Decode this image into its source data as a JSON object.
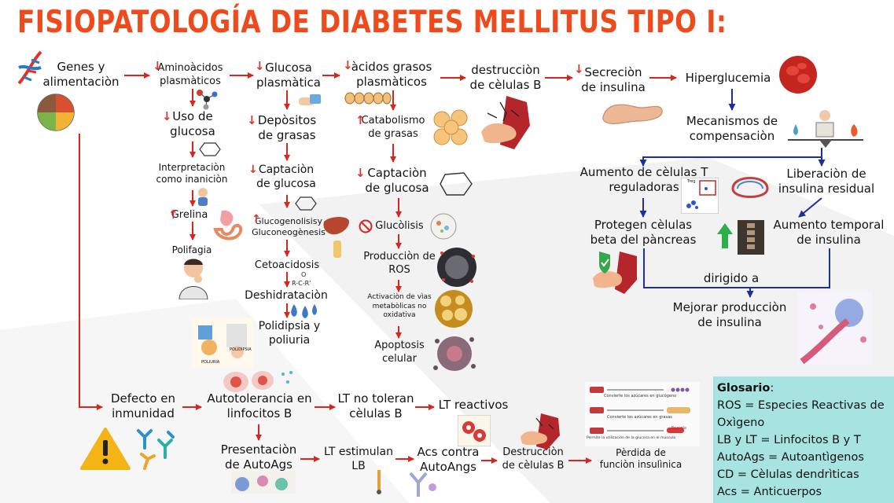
{
  "title": "Fisiopatología de diabetes mellitus tipo I:",
  "nodes": {
    "genes": "Genes y\nalimentaciòn",
    "aminoacidos_arrow": "↓",
    "aminoacidos": "Aminoàcidos\nplasmàticos",
    "glucosa_plasm_arrow": "↓",
    "glucosa_plasm": "Glucosa\nplasmàtica",
    "acidos_arrow": "↓",
    "acidos": "àcidos grasos\nplasmàticos",
    "destruccion_b": "destrucciòn\nde cèlulas B",
    "secrecion_arrow": "↓",
    "secrecion": "Secreciòn\nde insulina",
    "hiperglucemia": "Hiperglucemia",
    "uso_glucosa_arrow": "↓",
    "uso_glucosa": "Uso de\nglucosa",
    "depositos_arrow": "↓",
    "depositos": "Depòsitos\nde grasas",
    "catabolismo_arrow": "↑",
    "catabolismo": "Catabolismo\nde grasas",
    "mecanismos": "Mecanismos de\ncompensaciòn",
    "interpretacion": "Interpretaciòn\ncomo inaniciòn",
    "captacion1_arrow": "↓",
    "captacion1": "Captaciòn\nde glucosa",
    "captacion2_arrow": "↓",
    "captacion2": "Captaciòn\nde glucosa",
    "aumento_t": "Aumento de cèlulas T\nreguladoras",
    "liberacion": "Liberaciòn de\ninsulina residual",
    "grelina_arrow": "↑",
    "grelina": "Grelina",
    "glucogenolisis_arrow": "↑",
    "glucogenolisis": "Glucogenolisisy\nGluconeogènesis",
    "glucolisis": "Glucòlisis",
    "protegen": "Protegen cèlulas\nbeta del pàncreas",
    "aumento_temporal": "Aumento temporal\nde insulina",
    "polifagia": "Polifagia",
    "cetoacidosis": "Cetoacidosis",
    "produccion_ros": "Producciòn de\nROS",
    "dirigido": "dirigido a",
    "deshidratacion": "Deshidrataciòn",
    "activacion": "Activaciòn de vìas\nmetabòlicas no\noxidativa",
    "mejorar": "Mejorar producciòn\nde insulina",
    "polidipsia": "Polidipsia y\npoliuria",
    "apoptosis": "Apoptosis\ncelular",
    "defecto": "Defecto en\ninmunidad",
    "autotolerancia": "Autotolerancia en\nlinfocitos B",
    "lt_no_toleran": "LT no toleran\ncèlulas B",
    "lt_reactivos": "LT reactivos",
    "presentacion": "Presentaciòn\nde AutoAgs",
    "lt_estimulan": "LT estimulan\nLB",
    "acs_contra": "Acs contra\nAutoAngs",
    "destruccion_b2": "Destrucciòn\nde cèlulas B",
    "perdida": "Pèrdida de\nfunciòn insulìnica"
  },
  "glossary": {
    "heading": "Glosario",
    "colon": ":",
    "lines": [
      "ROS = Especies Reactivas de",
      "Oxìgeno",
      "LB y LT = Linfocitos B y T",
      "AutoAgs = Autoantìgenos",
      "CD = Cèlulas dendrìticas",
      "Acs = Anticuerpos"
    ]
  },
  "image_labels": {
    "poliuria": "POLIURIA",
    "polidipsia_img": "POLIDIPSIA",
    "sugar1": "Convierte los azúcares en glucógeno",
    "sugar2": "Convierte los azúcares en grasas",
    "energia": "Energía",
    "sugar3": "Permite la utilización de la glucosa en el músculo",
    "treg": "Treg"
  },
  "colors": {
    "title": "#ee4a1c",
    "red_arrow": "#d8261f",
    "blue_arrow": "#1c2f9a",
    "glossary_bg": "#a6e3e1"
  }
}
